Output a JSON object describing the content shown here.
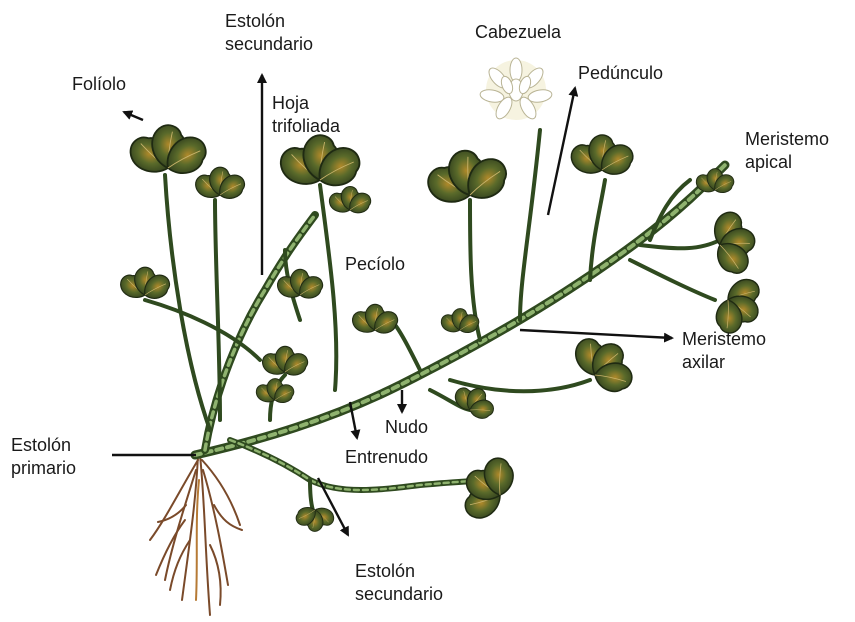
{
  "labels": {
    "estolon_sec_top": [
      "Estolón",
      "secundario"
    ],
    "cabezuela": "Cabezuela",
    "pedunculo": "Pedúnculo",
    "foliolo": "Folíolo",
    "hoja_trifoliada": [
      "Hoja",
      "trifoliada"
    ],
    "meristemo_apical": [
      "Meristemo",
      "apical"
    ],
    "peciolo": "Pecíolo",
    "meristemo_axilar": [
      "Meristemo",
      "axilar"
    ],
    "nudo": "Nudo",
    "entrenudo": "Entrenudo",
    "estolon_primario": [
      "Estolón",
      "primario"
    ],
    "estolon_sec_bottom": [
      "Estolón",
      "secundario"
    ]
  },
  "colors": {
    "stem": "#4f6e3a",
    "stem_light": "#9fbf86",
    "leaf": "#3e5a2c",
    "leaf_spot": "#a8781e",
    "leaf_dark": "#2c3b1c",
    "root": "#7a4a2a",
    "flower": "#f4f2e4",
    "arrow": "#111111"
  }
}
